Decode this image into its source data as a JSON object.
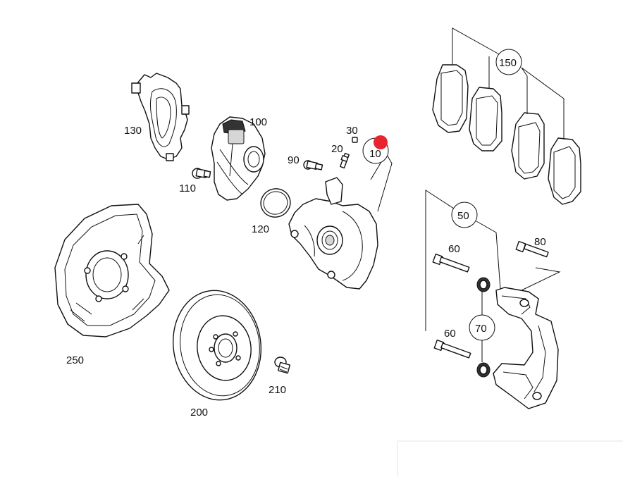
{
  "labels": {
    "p10": "10",
    "p20": "20",
    "p30": "30",
    "p50": "50",
    "p60a": "60",
    "p60b": "60",
    "p70": "70",
    "p80": "80",
    "p90": "90",
    "p100": "100",
    "p110": "110",
    "p120": "120",
    "p130": "130",
    "p150": "150",
    "p200": "200",
    "p210": "210",
    "p250": "250"
  },
  "highlight_color": "#e8252f"
}
